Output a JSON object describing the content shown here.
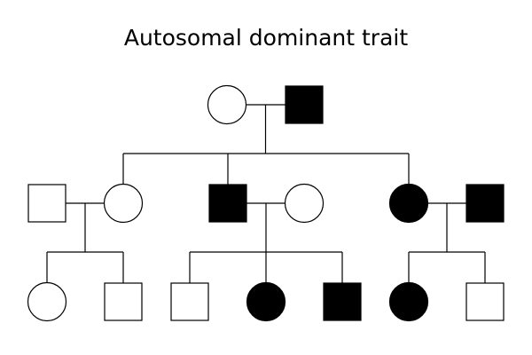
{
  "title": "Autosomal dominant trait",
  "colors": {
    "affected": "#000000",
    "unaffected": "#ffffff",
    "line": "#000000"
  },
  "pedigree": {
    "generations": [
      [
        {
          "id": "I-1",
          "sex": "female",
          "affected": false
        },
        {
          "id": "I-2",
          "sex": "male",
          "affected": true
        }
      ],
      [
        {
          "id": "II-1",
          "sex": "male",
          "affected": false
        },
        {
          "id": "II-2",
          "sex": "female",
          "affected": false
        },
        {
          "id": "II-3",
          "sex": "male",
          "affected": true
        },
        {
          "id": "II-4",
          "sex": "female",
          "affected": false
        },
        {
          "id": "II-5",
          "sex": "female",
          "affected": true
        },
        {
          "id": "II-6",
          "sex": "male",
          "affected": true
        }
      ],
      [
        {
          "id": "III-1",
          "sex": "female",
          "affected": false
        },
        {
          "id": "III-2",
          "sex": "male",
          "affected": false
        },
        {
          "id": "III-3",
          "sex": "male",
          "affected": false
        },
        {
          "id": "III-4",
          "sex": "female",
          "affected": true
        },
        {
          "id": "III-5",
          "sex": "male",
          "affected": true
        },
        {
          "id": "III-6",
          "sex": "female",
          "affected": true
        },
        {
          "id": "III-7",
          "sex": "male",
          "affected": false
        }
      ]
    ],
    "couples": [
      {
        "partners": [
          "I-1",
          "I-2"
        ],
        "children": [
          "II-2",
          "II-3",
          "II-5"
        ]
      },
      {
        "partners": [
          "II-1",
          "II-2"
        ],
        "children": [
          "III-1",
          "III-2"
        ]
      },
      {
        "partners": [
          "II-3",
          "II-4"
        ],
        "children": [
          "III-3",
          "III-4",
          "III-5"
        ]
      },
      {
        "partners": [
          "II-5",
          "II-6"
        ],
        "children": [
          "III-6",
          "III-7"
        ]
      }
    ]
  }
}
